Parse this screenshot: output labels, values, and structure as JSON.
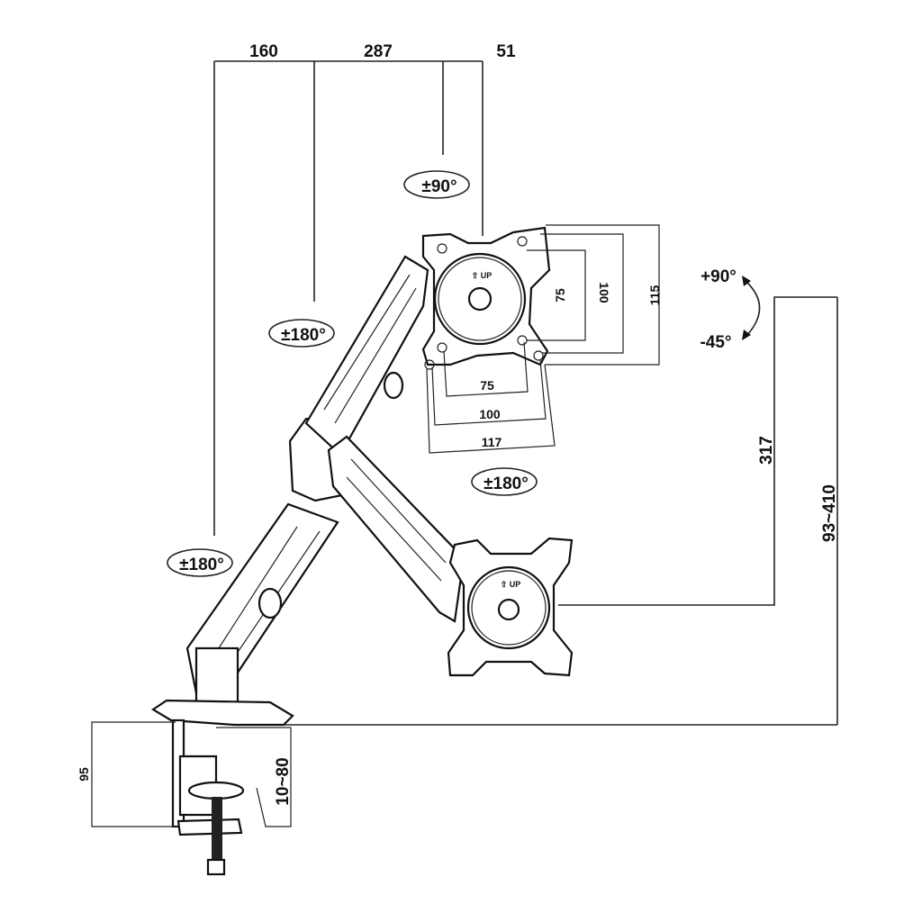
{
  "dimensions": {
    "top_offset_1": "160",
    "top_arm_length": "287",
    "top_offset_2": "51",
    "vesa_vertical_small": "75",
    "vesa_vertical_mid": "100",
    "vesa_vertical_large": "115",
    "vesa_horizontal_small": "75",
    "vesa_horizontal_mid": "100",
    "vesa_horizontal_large": "117",
    "arm_drop": "317",
    "height_range": "93~410",
    "clamp_height": "95",
    "desk_thickness": "10~80"
  },
  "rotations": {
    "top_swivel": "±90°",
    "arm_swivel": "±180°",
    "head_swivel": "±180°",
    "base_swivel": "±180°",
    "tilt_up": "+90°",
    "tilt_down": "-45°"
  },
  "plate_labels": {
    "upper": "⇧ UP",
    "lower": "⇧ UP"
  }
}
